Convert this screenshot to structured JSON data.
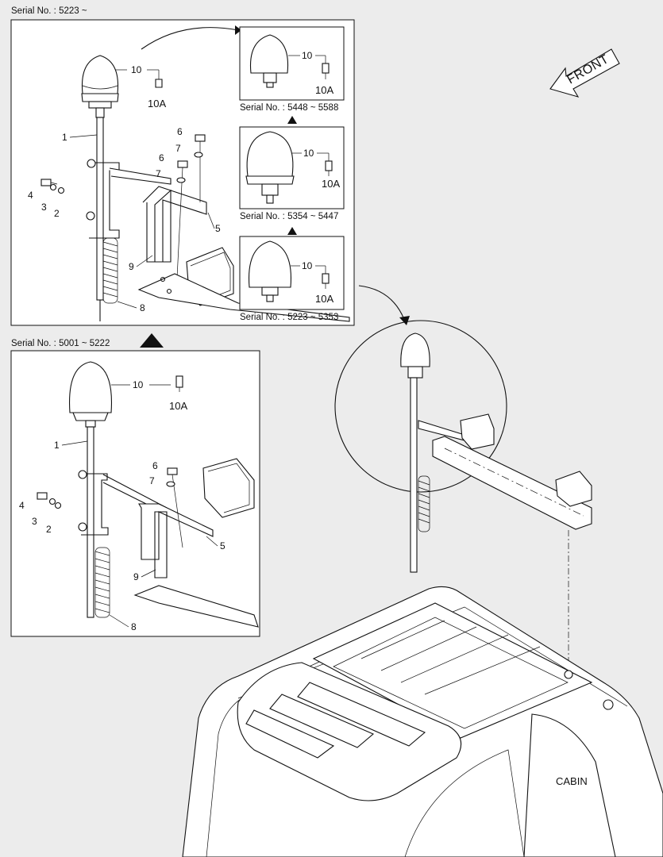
{
  "serials": {
    "top_main": "Serial No. : 5223 ~",
    "bottom_main": "Serial No. : 5001 ~ 5222",
    "inset1": "Serial No. : 5448 ~ 5588",
    "inset2": "Serial No. : 5354 ~ 5447",
    "inset3": "Serial No. : 5223 ~ 5353"
  },
  "callouts": {
    "p1": "1",
    "p2": "2",
    "p3": "3",
    "p4": "4",
    "p5": "5",
    "p6": "6",
    "p7": "7",
    "p8": "8",
    "p9": "9",
    "p10": "10",
    "p10a": "10A"
  },
  "labels": {
    "front": "FRONT",
    "cabin": "CABIN"
  }
}
